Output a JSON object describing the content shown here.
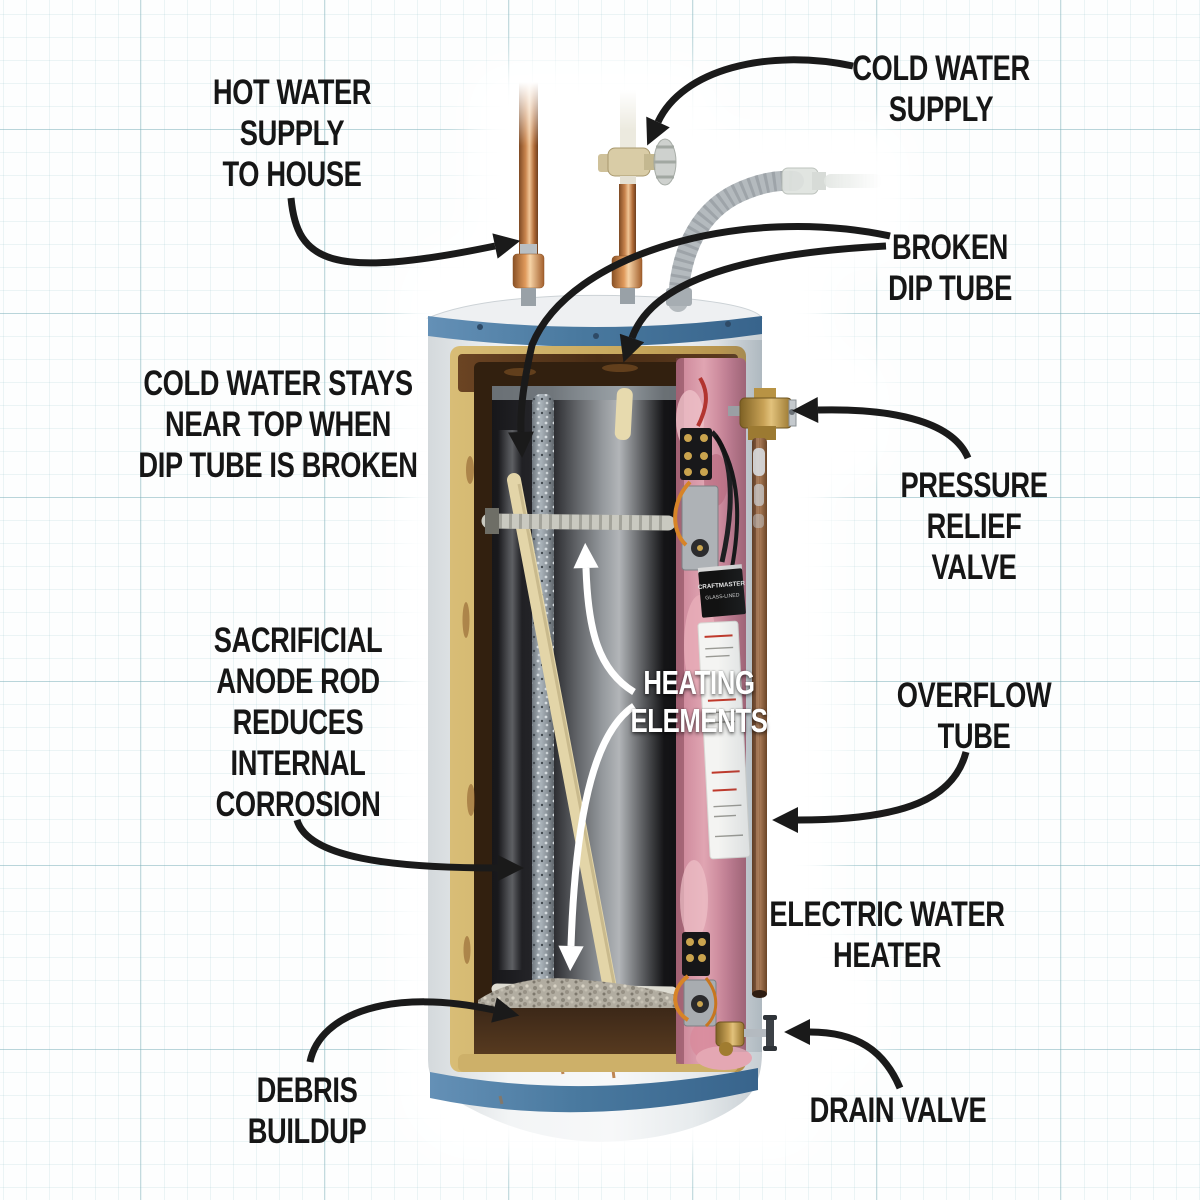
{
  "figure": {
    "type": "annotated cutaway diagram",
    "subject": "Electric water heater with broken dip tube"
  },
  "labels": {
    "hot_water_supply": "HOT WATER\nSUPPLY\nTO HOUSE",
    "cold_water_supply": "COLD WATER\nSUPPLY",
    "broken_dip_tube": "BROKEN\nDIP TUBE",
    "cold_water_stays": "COLD WATER STAYS\nNEAR TOP WHEN\nDIP TUBE IS BROKEN",
    "pressure_relief_valve": "PRESSURE\nRELIEF\nVALVE",
    "sacrificial_anode": "SACRIFICIAL\nANODE ROD\nREDUCES\nINTERNAL\nCORROSION",
    "heating_elements": "HEATING\nELEMENTS",
    "overflow_tube": "OVERFLOW\nTUBE",
    "electric_water_heater": "ELECTRIC WATER\nHEATER",
    "debris_buildup": "DEBRIS\nBUILDUP",
    "drain_valve": "DRAIN VALVE"
  },
  "tank_label": {
    "brand": "CRAFTMASTER",
    "sub": "GLASS-LINED"
  },
  "colors": {
    "annotation_black": "#1a1a1a",
    "annotation_white": "#ffffff",
    "tank_blue": "#49799f",
    "tank_white": "#f2f4f5",
    "copper_pipe": "#c9854e",
    "brass_fitting": "#c8a256",
    "foam_insulation_yellow": "#d3b66c",
    "fiberglass_pink": "#d794a2",
    "rust_brown": "#5c3a1e",
    "grid_major": "#7cb0b8",
    "grid_minor": "#94c2c9"
  }
}
